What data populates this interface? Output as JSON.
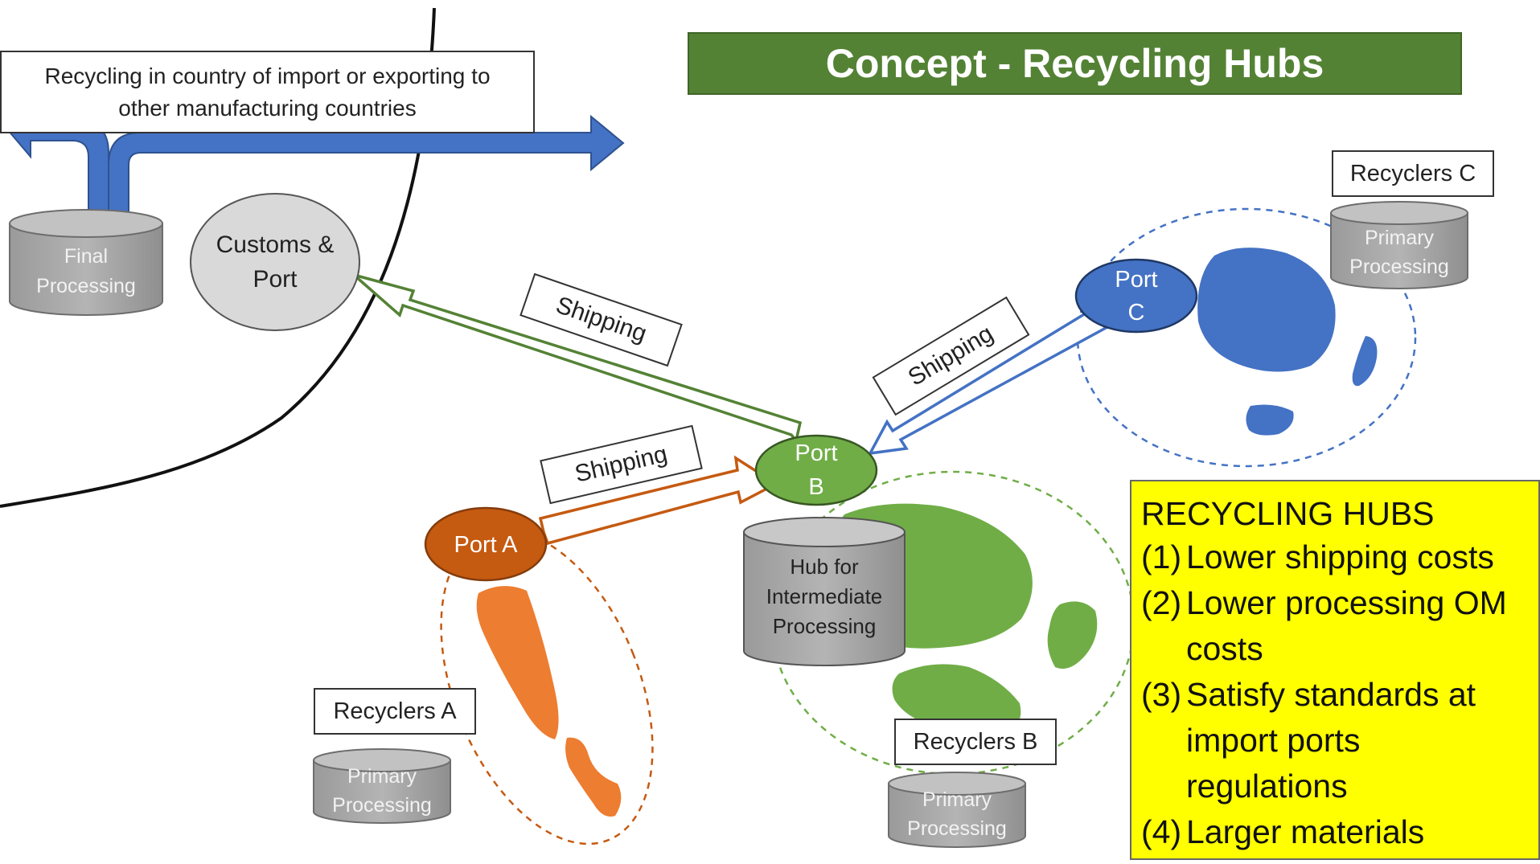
{
  "title": "Concept - Recycling Hubs",
  "top_box": "Recycling in country of import or exporting to other manufacturing countries",
  "final_processing": "Final Processing",
  "customs_port": "Customs & Port",
  "shipping_labels": [
    "Shipping",
    "Shipping",
    "Shipping"
  ],
  "ports": {
    "a": "Port A",
    "b": "Port B",
    "c": "Port C"
  },
  "hub": "Hub for Intermediate Processing",
  "recyclers": {
    "a": "Recyclers A",
    "b": "Recyclers B",
    "c": "Recyclers C"
  },
  "primary_processing": "Primary Processing",
  "hubs_panel": {
    "heading": "RECYCLING HUBS",
    "items": [
      {
        "num": "(1)",
        "text": "Lower shipping costs"
      },
      {
        "num": "(2)",
        "text": "Lower processing OM costs"
      },
      {
        "num": "(3)",
        "text": "Satisfy standards at import ports regulations"
      },
      {
        "num": "(4)",
        "text": "Larger materials volumes for export"
      }
    ]
  },
  "colors": {
    "banner": "#548235",
    "blue": "#4472c4",
    "green": "#70ad47",
    "orange": "#c55a11",
    "orange_light": "#ed7d31",
    "cylinder": "#a5a5a5",
    "panel": "#ffff00"
  }
}
